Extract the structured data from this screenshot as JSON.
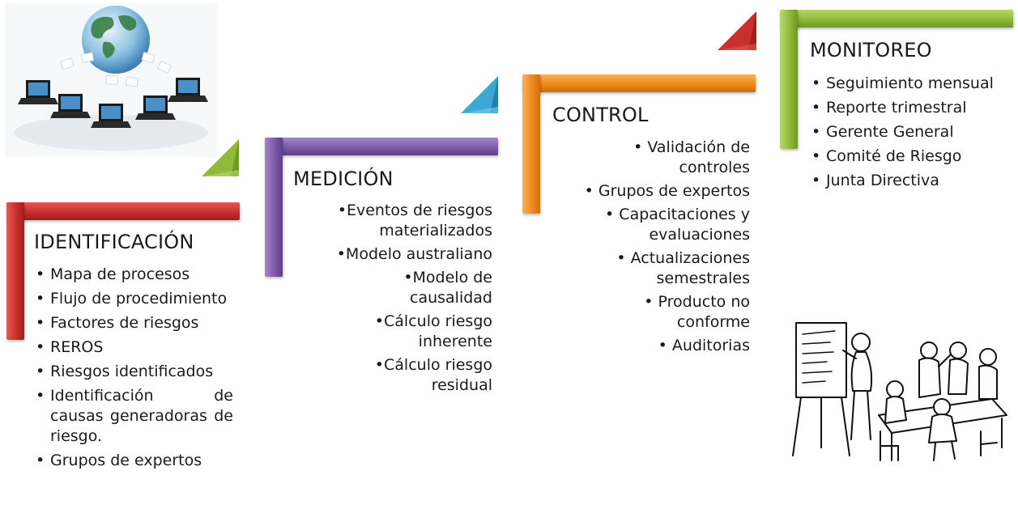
{
  "stages": [
    {
      "title": "IDENTIFICACIÓN",
      "color": "#c8302c",
      "items": [
        "Mapa de procesos",
        "Flujo de procedimiento",
        "Factores de riesgos",
        "REROS",
        "Riesgos identificados",
        "Identificación de causas generadoras de riesgo.",
        "Grupos de expertos"
      ]
    },
    {
      "title": "MEDICIÓN",
      "color": "#7e5aaa",
      "items": [
        "Eventos de riesgos materializados",
        "Modelo australiano",
        "Modelo de causalidad",
        "Cálculo riesgo inherente",
        "Cálculo riesgo residual"
      ]
    },
    {
      "title": "CONTROL",
      "color": "#f08a1c",
      "items": [
        "Validación de controles",
        "Grupos de expertos",
        "Capacitaciones y evaluaciones",
        "Actualizaciones semestrales",
        "Producto no conforme",
        "Auditorias"
      ]
    },
    {
      "title": "MONITOREO",
      "color": "#8fba3b",
      "items": [
        "Seguimiento mensual",
        "Reporte trimestral",
        "Gerente General",
        "Comité de Riesgo",
        "Junta Directiva"
      ]
    }
  ],
  "triangle_colors": [
    "#8fba3b",
    "#3aa7d4",
    "#c8302c"
  ],
  "illustrations": [
    "networked-computers-globe-icon",
    "meeting-people-sketch-icon"
  ]
}
